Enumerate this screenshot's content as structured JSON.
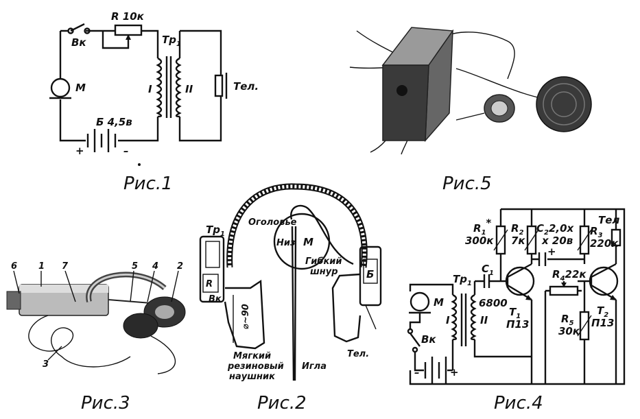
{
  "figures": {
    "fig1": {
      "caption": "Рис.1",
      "labels": {
        "switch": "Вк",
        "resistor": "R 10к",
        "transformer": "Тр",
        "transformer_sub": "1",
        "winding1": "I",
        "winding2": "II",
        "microphone": "М",
        "phone": "Тел.",
        "battery": "Б  4,5в",
        "plus": "+",
        "minus": "–"
      }
    },
    "fig2": {
      "caption": "Рис.2",
      "labels": {
        "headband": "Оголовье",
        "flexible_cord_1": "Гибкий",
        "flexible_cord_2": "шнур",
        "transformer": "Тр",
        "transformer_sub": "1",
        "resistor": "R",
        "switch": "Вк",
        "low": "Низ",
        "mic": "М",
        "battery": "Б",
        "phone": "Тел.",
        "diameter": "⌀~90",
        "soft_1": "Мягкий",
        "soft_2": "резиновый",
        "soft_3": "наушник",
        "needle": "Игла"
      }
    },
    "fig3": {
      "caption": "Рис.3",
      "numbers": [
        "6",
        "1",
        "7",
        "5",
        "4",
        "2",
        "3"
      ]
    },
    "fig4": {
      "caption": "Рис.4",
      "labels": {
        "r1": "R",
        "r1_sub": "1",
        "r1_star": "*",
        "r1_val": "300к",
        "r2": "R",
        "r2_sub": "2",
        "r2_val": "7к",
        "c2": "C",
        "c2_sub": "2",
        "c2_val1": "2,0х",
        "c2_val2": "х 20в",
        "r3": "R",
        "r3_sub": "3",
        "r3_val": "220к",
        "phone": "Тел",
        "c1": "C",
        "c1_sub": "1",
        "c1_val": "6800",
        "tr": "Тр",
        "tr_sub": "1",
        "r4": "R",
        "r4_sub": "4",
        "r4_val": "22к",
        "t1": "Т",
        "t1_sub": "1",
        "t1_type": "П13",
        "t2": "Т",
        "t2_sub": "2",
        "t2_type": "П13",
        "r5": "R",
        "r5_sub": "5",
        "r5_val": "30к",
        "mic": "М",
        "winding1": "I",
        "winding2": "II",
        "switch": "Вк",
        "minus": "–",
        "plus": "+",
        "cplus": "+"
      }
    },
    "fig5": {
      "caption": "Рис.5"
    }
  }
}
